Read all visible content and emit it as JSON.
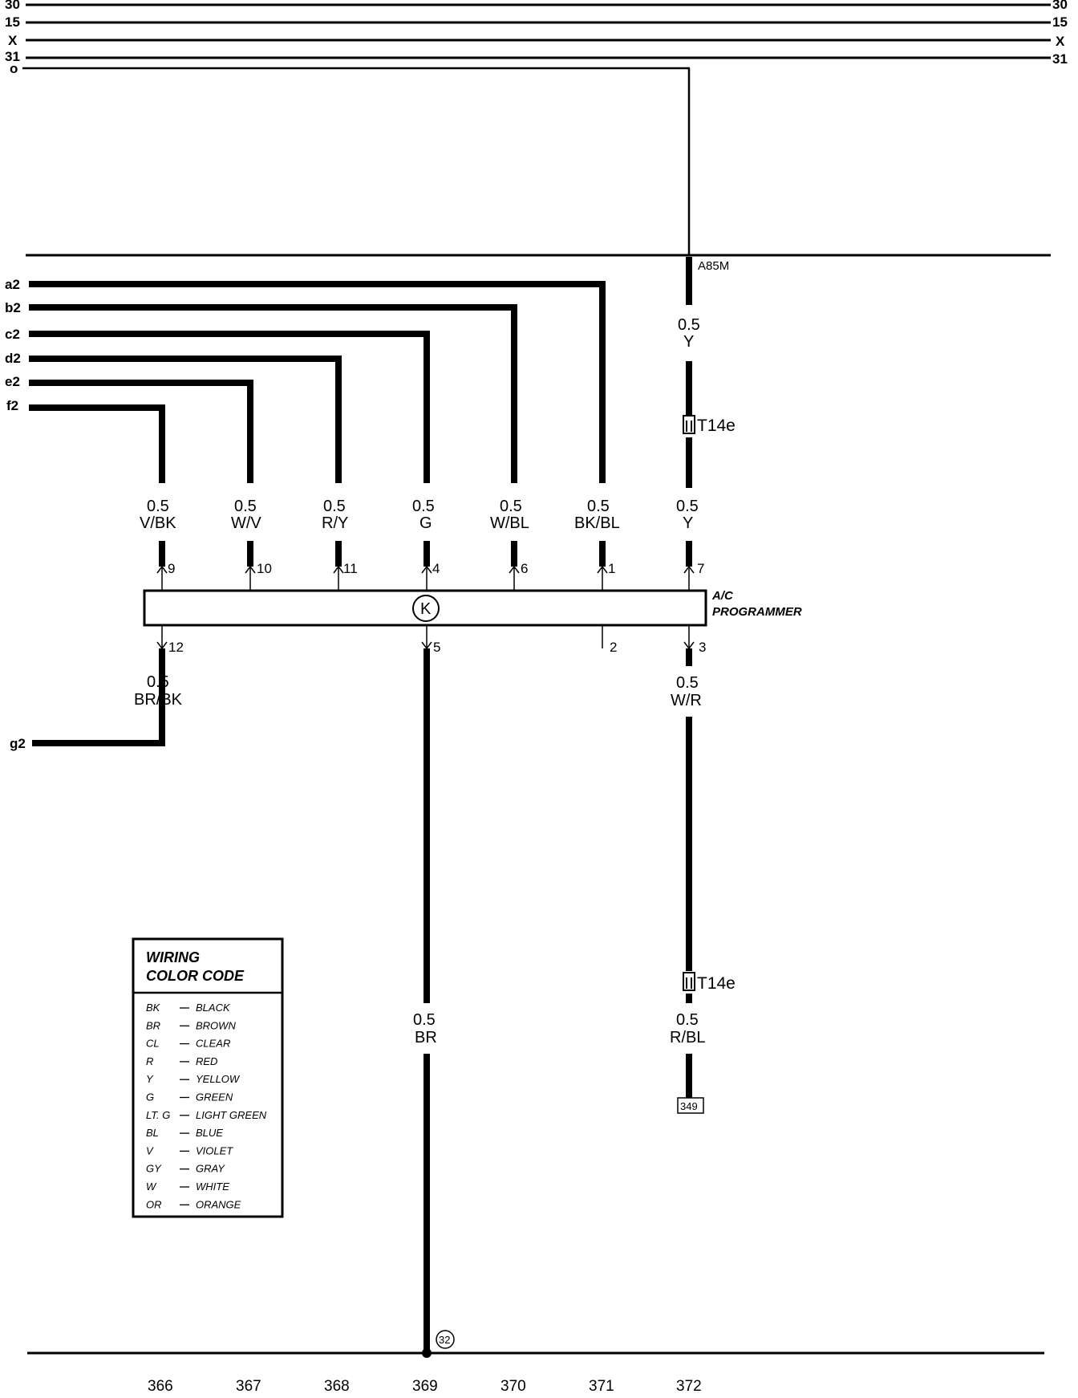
{
  "bus": {
    "lines": [
      {
        "left_label": "30",
        "right_label": "30"
      },
      {
        "left_label": "15",
        "right_label": "15"
      },
      {
        "left_label": "X",
        "right_label": "X"
      },
      {
        "left_label": "31",
        "right_label": "31"
      },
      {
        "left_label": "o",
        "right_label": ""
      }
    ]
  },
  "ground_label": "A85M",
  "connectors": {
    "upper": "T14e",
    "lower": "T14e"
  },
  "left_inputs": [
    "a2",
    "b2",
    "c2",
    "d2",
    "e2",
    "f2",
    "g2"
  ],
  "wires_top": [
    {
      "gauge": "0.5",
      "color": "V/BK",
      "pin": "9"
    },
    {
      "gauge": "0.5",
      "color": "W/V",
      "pin": "10"
    },
    {
      "gauge": "0.5",
      "color": "R/Y",
      "pin": "11"
    },
    {
      "gauge": "0.5",
      "color": "G",
      "pin": "4"
    },
    {
      "gauge": "0.5",
      "color": "W/BL",
      "pin": "6"
    },
    {
      "gauge": "0.5",
      "color": "BK/BL",
      "pin": "1"
    },
    {
      "gauge": "0.5",
      "color": "Y",
      "pin": "7"
    }
  ],
  "wire_y_upper": {
    "gauge": "0.5",
    "color": "Y"
  },
  "wires_bottom": [
    {
      "gauge": "0.5",
      "color": "BR/BK",
      "pin": "12"
    },
    {
      "gauge": "0.5",
      "color": "BR",
      "pin": "5"
    },
    {
      "gauge": "",
      "color": "",
      "pin": "2"
    },
    {
      "gauge": "0.5",
      "color": "W/R",
      "pin": "3"
    }
  ],
  "wire_rbl": {
    "gauge": "0.5",
    "color": "R/BL"
  },
  "component": {
    "name_line1": "A/C",
    "name_line2": "PROGRAMMER",
    "symbol": "K"
  },
  "reference_box": "349",
  "ground_point": "32",
  "legend": {
    "title_line1": "WIRING",
    "title_line2": "COLOR CODE",
    "rows": [
      {
        "code": "BK",
        "name": "BLACK"
      },
      {
        "code": "BR",
        "name": "BROWN"
      },
      {
        "code": "CL",
        "name": "CLEAR"
      },
      {
        "code": "R",
        "name": "RED"
      },
      {
        "code": "Y",
        "name": "YELLOW"
      },
      {
        "code": "G",
        "name": "GREEN"
      },
      {
        "code": "LT. G",
        "name": "LIGHT GREEN"
      },
      {
        "code": "BL",
        "name": "BLUE"
      },
      {
        "code": "V",
        "name": "VIOLET"
      },
      {
        "code": "GY",
        "name": "GRAY"
      },
      {
        "code": "W",
        "name": "WHITE"
      },
      {
        "code": "OR",
        "name": "ORANGE"
      }
    ]
  },
  "column_numbers": [
    "366",
    "367",
    "368",
    "369",
    "370",
    "371",
    "372"
  ]
}
